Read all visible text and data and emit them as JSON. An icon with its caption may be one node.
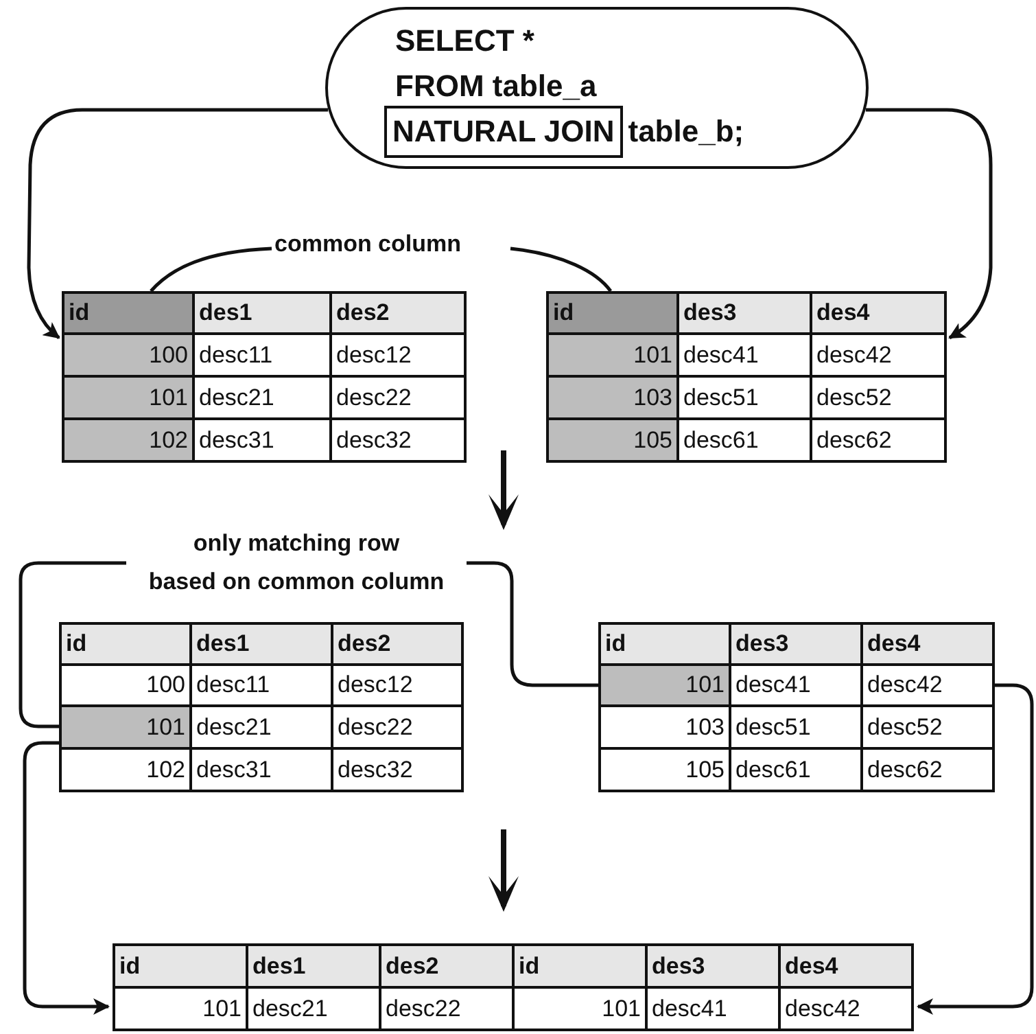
{
  "diagram": {
    "nodes": [
      {
        "text": [
          "SELECT *",
          "FROM table_a",
          "table_b;"
        ]
      },
      {
        "text": [
          "NATURAL JOIN"
        ],
        "in": 0
      },
      {
        "text": [
          "common column"
        ]
      },
      {
        "text": [
          "id",
          "des1",
          "des2",
          "100",
          "desc11",
          "desc12",
          "101",
          "desc21",
          "desc22",
          "102",
          "desc31",
          "desc32"
        ]
      },
      {
        "text": [
          "id",
          "des3",
          "des4",
          "101",
          "desc41",
          "desc42",
          "103",
          "desc51",
          "desc52",
          "105",
          "desc61",
          "desc62"
        ]
      },
      {
        "text": [
          "id",
          "des1",
          "des2",
          "100",
          "desc11",
          "desc12",
          "101",
          "desc21",
          "desc22",
          "102",
          "desc31",
          "desc32"
        ]
      },
      {
        "text": [
          "id",
          "des3",
          "des4",
          "101",
          "desc41",
          "desc42",
          "103",
          "desc51",
          "desc52",
          "105",
          "desc61",
          "desc62"
        ]
      },
      {
        "text": [
          "id",
          "des1",
          "des2",
          "id",
          "des3",
          "des4",
          "101",
          "desc21",
          "desc22",
          "101",
          "desc41",
          "desc42"
        ]
      }
    ],
    "edges": [
      {
        "from": 0,
        "to": 3,
        "arrow": "to"
      },
      {
        "from": 0,
        "to": 4,
        "arrow": "to"
      },
      {
        "from": 2,
        "to": 3,
        "arrow": "none"
      },
      {
        "from": 2,
        "to": 4,
        "arrow": "none"
      },
      {
        "from": 5,
        "to": 6,
        "arrow": "none",
        "label": "only matching row based on common column"
      },
      {
        "from": 5,
        "to": 7,
        "arrow": "to"
      },
      {
        "from": 6,
        "to": 7,
        "arrow": "to"
      }
    ]
  }
}
